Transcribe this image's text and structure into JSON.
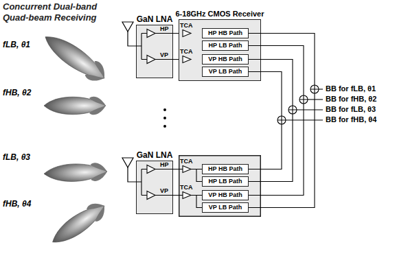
{
  "diagram": {
    "title": "Concurrent Dual-band Quad-beam Receiving",
    "nodes": [
      {
        "text": [
          "GaN LNA"
        ]
      },
      {
        "text": [
          "6-18GHz CMOS Receiver"
        ]
      },
      {
        "text": [
          "HP HB Path"
        ],
        "in": 1
      },
      {
        "text": [
          "HP LB Path"
        ],
        "in": 1
      },
      {
        "text": [
          "VP HB Path"
        ],
        "in": 1
      },
      {
        "text": [
          "VP LB Path"
        ],
        "in": 1
      },
      {
        "text": [
          "GaN LNA"
        ]
      },
      {
        "text": [
          "HP HB Path"
        ]
      },
      {
        "text": [
          "HP LB Path"
        ]
      },
      {
        "text": [
          "VP HB Path"
        ]
      },
      {
        "text": [
          "VP LB Path"
        ]
      }
    ],
    "edges": [
      {
        "from": 0,
        "to": 2,
        "arrow": "none"
      },
      {
        "from": 0,
        "to": 3,
        "arrow": "none"
      },
      {
        "from": 0,
        "to": 4,
        "arrow": "none"
      },
      {
        "from": 0,
        "to": 5,
        "arrow": "none"
      },
      {
        "from": 6,
        "to": 7,
        "arrow": "none"
      },
      {
        "from": 6,
        "to": 8,
        "arrow": "none"
      },
      {
        "from": 6,
        "to": 9,
        "arrow": "none"
      },
      {
        "from": 6,
        "to": 10,
        "arrow": "none"
      }
    ],
    "labels": [
      "fLB, θ1",
      "fHB, θ2",
      "fLB, θ3",
      "fHB, θ4",
      "HP",
      "VP",
      "TCA",
      "TCA",
      "HP",
      "VP",
      "TCA",
      "TCA",
      "BB for fLB, θ1",
      "BB for fHB, θ2",
      "BB for fLB, θ3",
      "BB for fHB, θ4"
    ]
  }
}
